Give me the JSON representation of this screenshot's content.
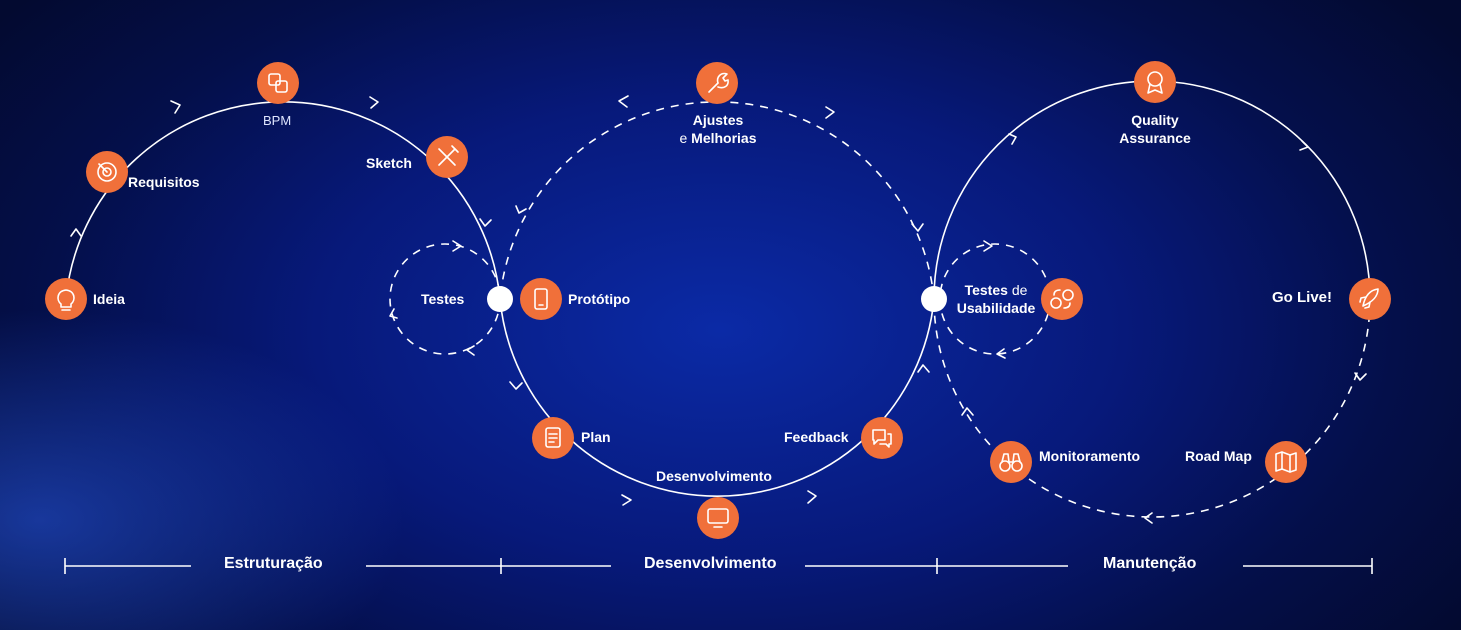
{
  "nodes": {
    "ideia": "Ideia",
    "requisitos": "Requisitos",
    "bpm": "BPM",
    "sketch": "Sketch",
    "testes": "Testes",
    "prototipo": "Protótipo",
    "ajustes_line1": "Ajustes",
    "ajustes_e": "e",
    "ajustes_line2": "Melhorias",
    "plan": "Plan",
    "desenvolvimento": "Desenvolvimento",
    "feedback": "Feedback",
    "testes_usab_bold": "Testes",
    "testes_usab_de": "de",
    "testes_usab_line2": "Usabilidade",
    "quality_line1": "Quality",
    "quality_line2": "Assurance",
    "golive": "Go Live!",
    "roadmap": "Road Map",
    "monitoramento": "Monitoramento"
  },
  "phases": {
    "estruturacao": "Estruturação",
    "desenvolvimento": "Desenvolvimento",
    "manutencao": "Manutenção"
  },
  "icons": {
    "ideia": "lightbulb-icon",
    "requisitos": "target-icon",
    "bpm": "process-icon",
    "sketch": "pencil-ruler-icon",
    "prototipo": "phone-icon",
    "ajustes": "wrench-icon",
    "plan": "document-icon",
    "desenvolvimento": "monitor-icon",
    "feedback": "chat-icon",
    "testes_usab": "ab-test-icon",
    "quality": "award-icon",
    "golive": "rocket-icon",
    "roadmap": "map-icon",
    "monitoramento": "binoculars-icon"
  },
  "colors": {
    "accent": "#f0703a",
    "line": "#ffffff",
    "background": "#07197a"
  }
}
